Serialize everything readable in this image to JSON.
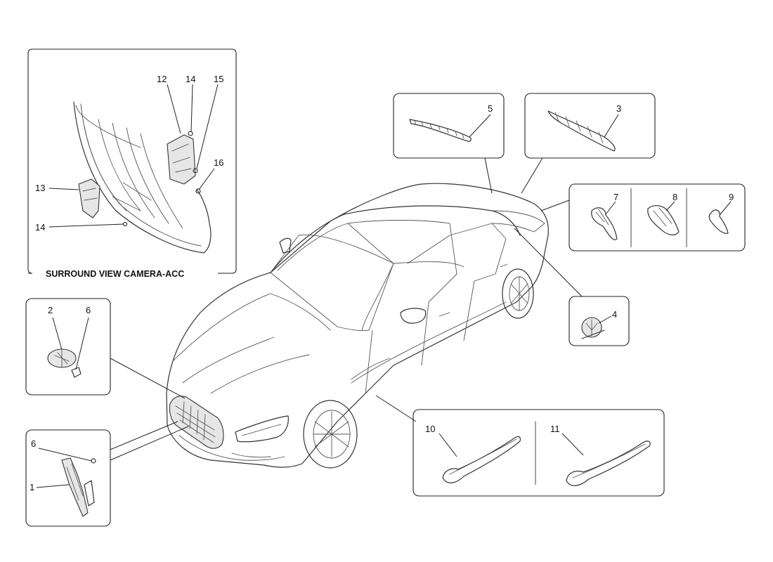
{
  "caption": "SURROUND VIEW CAMERA-ACC",
  "callouts": {
    "c1": "1",
    "c2": "2",
    "c3": "3",
    "c4": "4",
    "c5": "5",
    "c6a": "6",
    "c6b": "6",
    "c7": "7",
    "c8": "8",
    "c9": "9",
    "c10": "10",
    "c11": "11",
    "c12": "12",
    "c13": "13",
    "c14a": "14",
    "c14b": "14",
    "c15": "15",
    "c16": "16"
  }
}
